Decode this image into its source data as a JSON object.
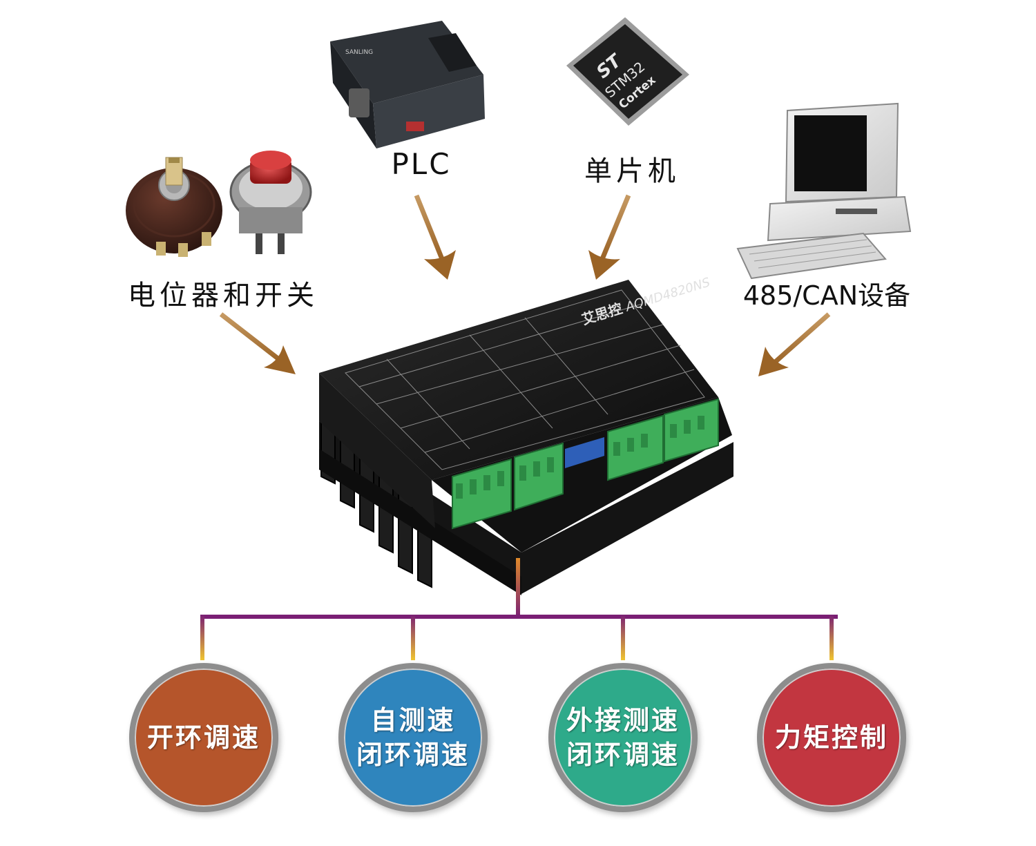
{
  "inputs": {
    "plc": "PLC",
    "mcu": "单片机",
    "pot_switch": "电位器和开关",
    "bus_device": "485/CAN设备"
  },
  "devices": {
    "plc_brand": "SANLING",
    "mcu_chip": "STM32",
    "mcu_core": "Cortex",
    "driver_brand": "艾思控",
    "driver_model": "AQMD4820NS"
  },
  "modes": [
    {
      "line1": "开环调速",
      "line2": "",
      "color": "#b5552b"
    },
    {
      "line1": "自测速",
      "line2": "闭环调速",
      "color": "#2f85bd"
    },
    {
      "line1": "外接测速",
      "line2": "闭环调速",
      "color": "#2eaa8a"
    },
    {
      "line1": "力矩控制",
      "line2": "",
      "color": "#c23640"
    }
  ],
  "colors": {
    "arrow": "#b07a3d",
    "tree_line": "#7a1f74",
    "tree_drop": "#e0b42a"
  }
}
